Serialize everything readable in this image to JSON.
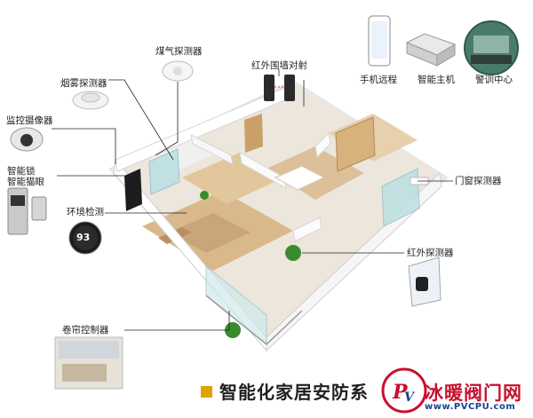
{
  "labels": {
    "gas": "煤气探测器",
    "infrared_wall": "红外围墙对射",
    "smoke": "烟雾探测器",
    "camera": "监控摄像器",
    "lock": "智能锁\n智能猫眼",
    "env": "环境检测",
    "curtain": "卷帘控制器",
    "door_window": "门窗探测器",
    "infrared": "红外探测器",
    "phone": "手机远程",
    "host": "智能主机",
    "center": "警训中心"
  },
  "thermostat_readout": "93",
  "banner": "智能化家居安防系",
  "watermark": {
    "logo_letter": "PV",
    "name": "冰暖阀门网",
    "url": "www.PVCPU.com"
  },
  "colors": {
    "leader_line": "#222222",
    "banner_square": "#e0a100",
    "watermark_red": "#c8102e",
    "watermark_blue": "#1a3f8f",
    "floor_wood": "#d9b98c",
    "wall": "#f4f4f4",
    "glass": "#b9dfe3",
    "plant": "#3c8a2e"
  }
}
